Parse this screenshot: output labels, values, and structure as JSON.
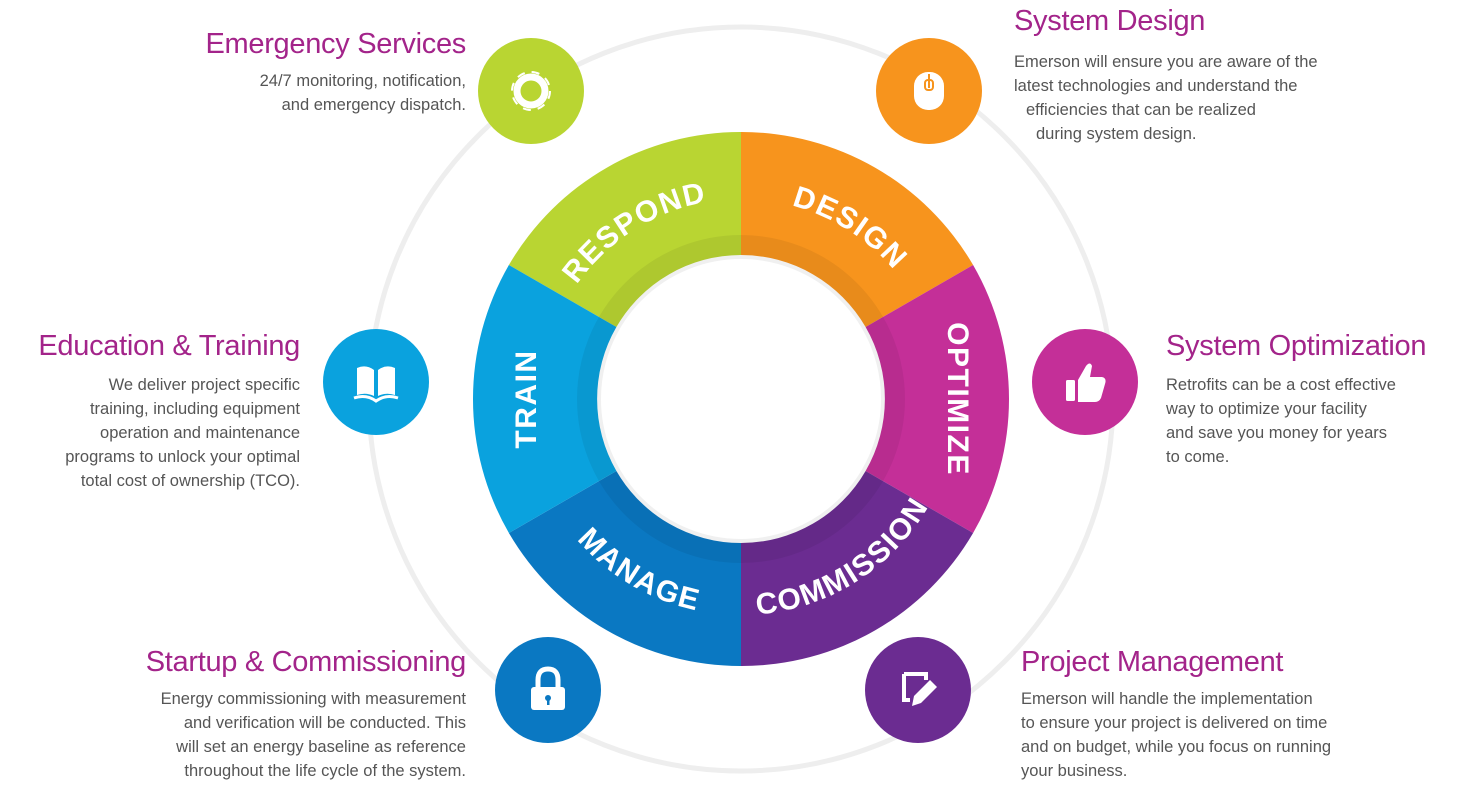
{
  "colors": {
    "respond": "#b9d532",
    "design": "#f7941d",
    "optimize": "#c42f98",
    "manage": "#6b2c91",
    "commission": "#0a78c2",
    "train": "#0aa2de",
    "heading": "#a3248a",
    "body_text": "#555555",
    "outer_ring": "#efefef"
  },
  "ring_segments": [
    {
      "label": "RESPOND",
      "color": "#b9d532"
    },
    {
      "label": "DESIGN",
      "color": "#f7941d"
    },
    {
      "label": "OPTIMIZE",
      "color": "#c42f98"
    },
    {
      "label": "MANAGE",
      "color": "#6b2c91"
    },
    {
      "label": "COMMISSION",
      "color": "#0a78c2"
    },
    {
      "label": "TRAIN",
      "color": "#0aa2de"
    }
  ],
  "services": {
    "emergency": {
      "title": "Emergency Services",
      "icon": "lifebuoy-icon",
      "lines": [
        "24/7 monitoring, notification,",
        "and emergency dispatch."
      ]
    },
    "design": {
      "title": "System Design",
      "icon": "mouse-icon",
      "lines": [
        "Emerson will ensure you are aware of the",
        "latest technologies and understand the",
        "efficiencies that can be realized",
        "during system design."
      ]
    },
    "education": {
      "title": "Education & Training",
      "icon": "book-icon",
      "lines": [
        "We deliver project specific",
        "training, including equipment",
        "operation and maintenance",
        "programs to unlock your optimal",
        "total cost of ownership (TCO)."
      ]
    },
    "optimization": {
      "title": "System Optimization",
      "icon": "thumbs-up-icon",
      "lines": [
        "Retrofits can be a cost effective",
        "way to optimize your facility",
        "and save you money for years",
        "to come."
      ]
    },
    "startup": {
      "title": "Startup & Commissioning",
      "icon": "padlock-icon",
      "lines": [
        "Energy commissioning with measurement",
        "and verification will be conducted. This",
        "will set an energy baseline as reference",
        "throughout the life cycle of the system."
      ]
    },
    "project": {
      "title": "Project Management",
      "icon": "edit-icon",
      "lines": [
        "Emerson will handle the implementation",
        "to ensure your project is delivered on time",
        "and on budget, while you focus on running",
        "your business."
      ]
    }
  }
}
